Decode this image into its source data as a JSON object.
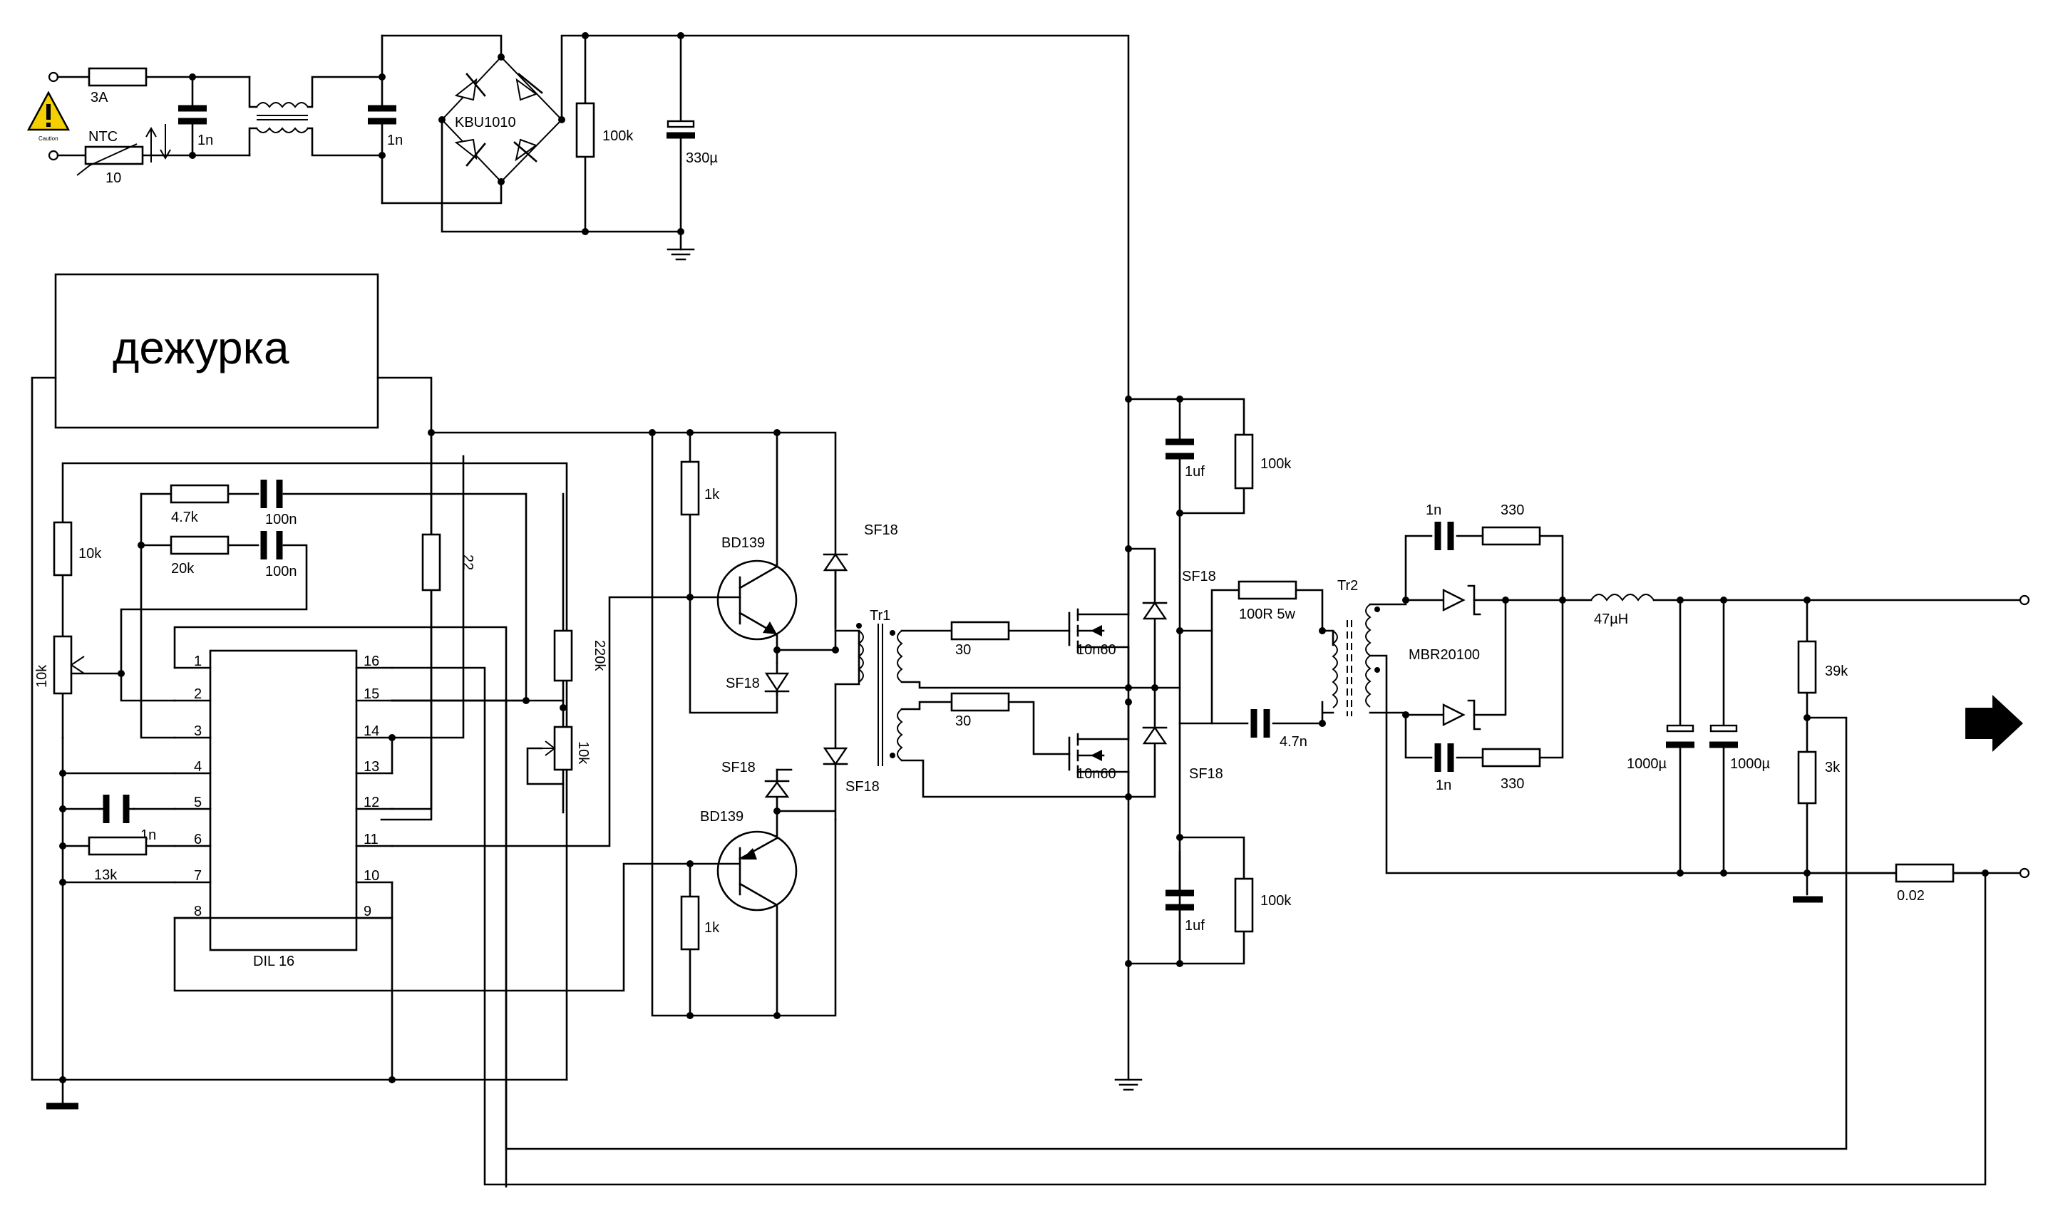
{
  "diagram": {
    "standby_block": "дежурка",
    "input": {
      "fuse": "3A",
      "ntc_label": "NTC",
      "ntc_value": "10",
      "warning_caption": "Caution",
      "filter_cap_1": "1n",
      "filter_cap_2": "1n",
      "bridge": "KBU1010",
      "bleed_resistor": "100k",
      "bulk_cap": "330µ"
    },
    "controller": {
      "ic_label": "DIL 16",
      "pins_left": [
        "1",
        "2",
        "3",
        "4",
        "5",
        "6",
        "7",
        "8"
      ],
      "pins_right": [
        "16",
        "15",
        "14",
        "13",
        "12",
        "11",
        "10",
        "9"
      ],
      "r_10k": "10k",
      "pot_10k_left": "10k",
      "r_4_7k": "4.7k",
      "r_20k": "20k",
      "c_100n_1": "100n",
      "c_100n_2": "100n",
      "r_22": "22",
      "r_220k": "220k",
      "pot_10k_right": "10k",
      "c_1n": "1n",
      "r_13k": "13k"
    },
    "driver": {
      "r_1k_top": "1k",
      "r_1k_bottom": "1k",
      "q_top": "BD139",
      "q_bottom": "BD139",
      "d_sf18_1": "SF18",
      "d_sf18_2": "SF18",
      "d_sf18_3": "SF18",
      "d_sf18_4": "SF18",
      "tr1": "Tr1",
      "r_30_top": "30",
      "r_30_bottom": "30"
    },
    "power_stage": {
      "fet_top": "10n60",
      "fet_bottom": "10n60",
      "d_sf18_top": "SF18",
      "d_sf18_bottom": "SF18",
      "c_1uf_top": "1uf",
      "c_1uf_bottom": "1uf",
      "r_100k_top": "100k",
      "r_100k_bottom": "100k",
      "snubber_r": "100R 5w",
      "snubber_c": "4.7n",
      "tr2": "Tr2"
    },
    "output": {
      "c_1n_top": "1n",
      "c_1n_bottom": "1n",
      "r_330_top": "330",
      "r_330_bottom": "330",
      "rectifier": "MBR20100",
      "inductor": "47µH",
      "c_out_1": "1000µ",
      "c_out_2": "1000µ",
      "r_39k": "39k",
      "r_3k": "3k",
      "r_shunt": "0.02"
    }
  }
}
